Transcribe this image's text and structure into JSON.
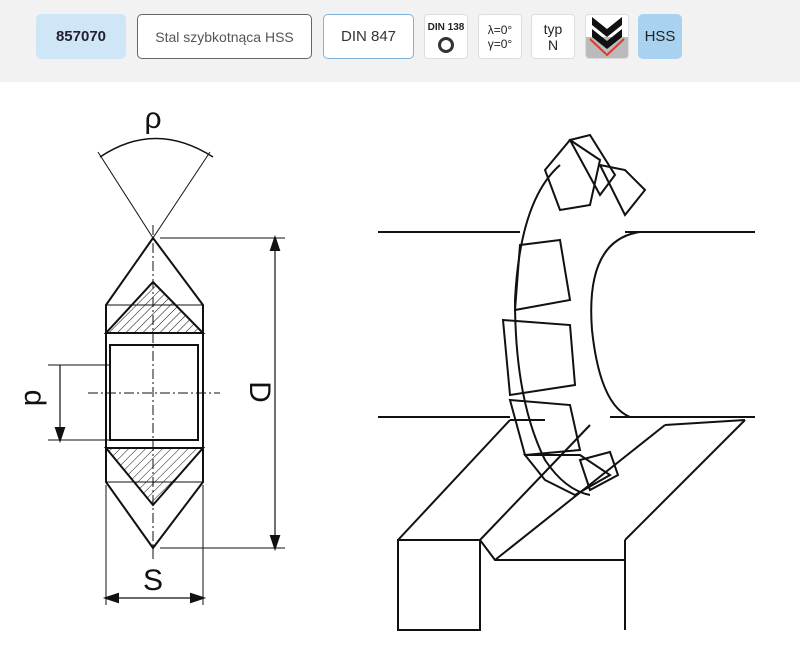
{
  "header": {
    "code": "857070",
    "material": "Stal szybkotnąca HSS",
    "standard": "DIN 847",
    "din138_label": "DIN 138",
    "angle_lambda": "λ=0°",
    "angle_gamma": "γ=0°",
    "type_label": "typ",
    "type_value": "N",
    "hss_badge": "HSS",
    "colors": {
      "code_bg": "#cfe6f7",
      "hss_bg": "#a9d2f0",
      "standard_border": "#7fb3d9"
    }
  },
  "drawing": {
    "angle": "ρ",
    "diameter": "D",
    "bore": "d",
    "width": "S"
  }
}
